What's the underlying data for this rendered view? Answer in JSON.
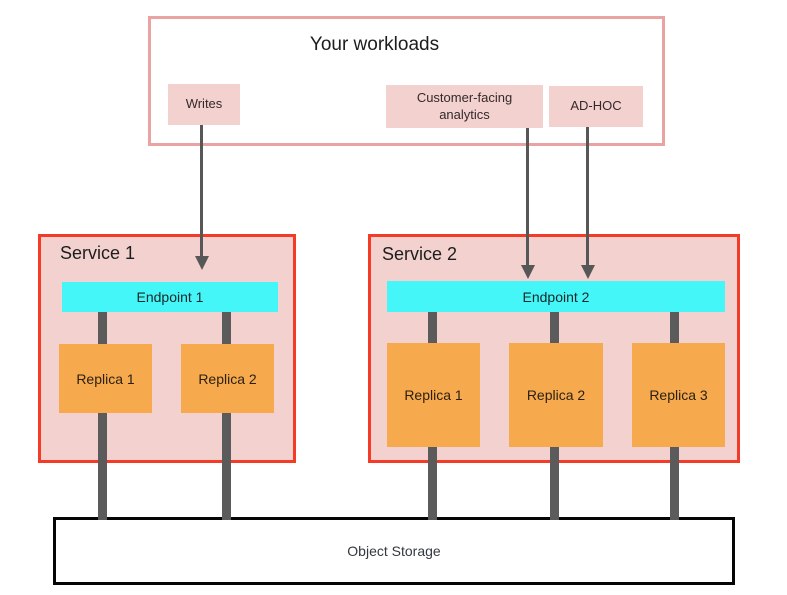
{
  "colors": {
    "workloads_border": "#e9a3a2",
    "pink_fill": "#f2d1cf",
    "service_border": "#f43b28",
    "endpoint_fill": "#45f6f8",
    "replica_fill": "#f6aa4d",
    "connector_gray": "#5b5b5b",
    "storage_border": "#050505"
  },
  "workloads": {
    "title": "Your workloads",
    "items": [
      {
        "label": "Writes"
      },
      {
        "label": "Customer-facing analytics"
      },
      {
        "label": "AD-HOC"
      }
    ]
  },
  "services": [
    {
      "name": "Service 1",
      "endpoint": "Endpoint 1",
      "replicas": [
        {
          "label": "Replica 1"
        },
        {
          "label": "Replica 2"
        }
      ]
    },
    {
      "name": "Service 2",
      "endpoint": "Endpoint 2",
      "replicas": [
        {
          "label": "Replica 1"
        },
        {
          "label": "Replica 2"
        },
        {
          "label": "Replica 3"
        }
      ]
    }
  ],
  "storage": {
    "label": "Object Storage"
  }
}
